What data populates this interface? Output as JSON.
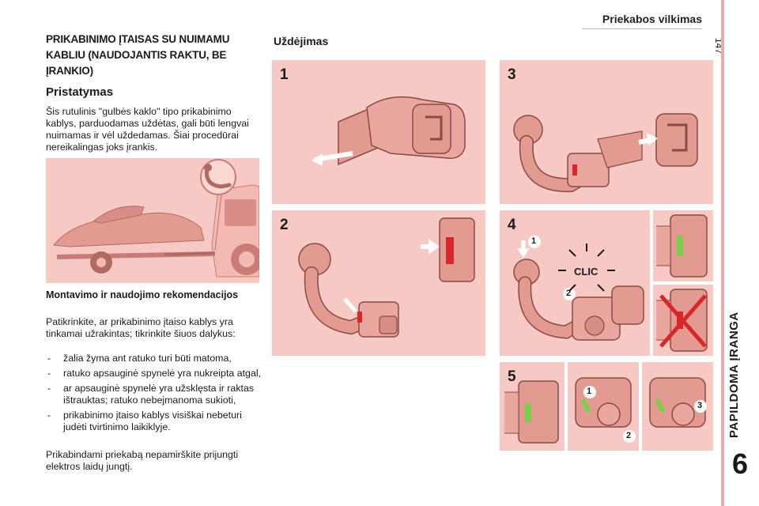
{
  "header": {
    "title": "Priekabos vilkimas",
    "page_number": "147"
  },
  "chapter": {
    "label": "PAPILDOMA ĮRANGA",
    "number": "6"
  },
  "left_column": {
    "title": "PRIKABINIMO ĮTAISAS SU NUIMAMU KABLIU (NAUDOJANTIS RAKTU, BE ĮRANKIO)",
    "section_heading": "Pristatymas",
    "intro_text": "Šis rutulinis \"gulbės kaklo\" tipo prikabinimo kablys, parduodamas uždėtas, gali būti lengvai nuimamas ir vėl uždedamas. Šiai procedūrai nereikalingas joks įrankis.",
    "recommendations_heading": "Montavimo ir naudojimo rekomendacijos",
    "recommendations_intro": "Patikrinkite, ar prikabinimo įtaiso kablys yra tinkamai užrakintas; tikrinkite šiuos dalykus:",
    "checklist": [
      "žalia žyma ant ratuko turi būti matoma,",
      "ratuko apsauginė spynelė yra nukreipta atgal,",
      "ar apsauginė spynelė yra užsklęsta ir raktas ištrauktas; ratuko nebejmanoma sukioti,",
      "prikabinimo įtaiso kablys visiškai nebeturi judėti tvirtinimo laikiklyje."
    ],
    "closing_text": "Prikabindami priekabą nepamirškite prijungti elektros laidų jungtį."
  },
  "installation": {
    "heading": "Uždėjimas",
    "steps": [
      {
        "number": "1"
      },
      {
        "number": "2"
      },
      {
        "number": "3"
      },
      {
        "number": "4",
        "callouts": [
          "1",
          "2"
        ],
        "sound_label": "CLIC"
      },
      {
        "number": "5",
        "callouts": [
          "1",
          "2",
          "3"
        ]
      }
    ]
  },
  "colors": {
    "panel_background": "#f7c9c5",
    "illustration_fill": "#e39a91",
    "illustration_stroke": "#8a4a44",
    "green_marker": "#7ccf4a",
    "red_marker": "#d8262a",
    "tab_strip": "#e9a9a7"
  }
}
